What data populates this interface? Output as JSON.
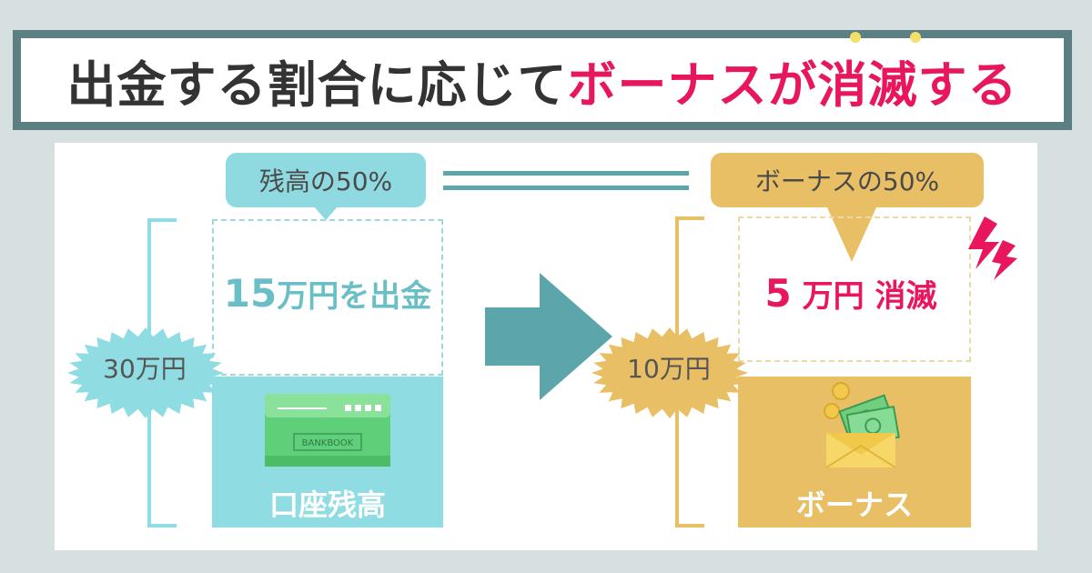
{
  "title": {
    "prefix": "出金する割合に応じて",
    "accent": "ボーナスが消滅する"
  },
  "left": {
    "bubble": "残高の50%",
    "amount_num": "15",
    "amount_rest": "万円を出金",
    "total": "30万円",
    "block_label": "口座残高",
    "card_text": "BANKBOOK"
  },
  "right": {
    "bubble": "ボーナスの50%",
    "amount_num": "5",
    "amount_rest": " 万円 消滅",
    "total": "10万円",
    "block_label": "ボーナス"
  },
  "colors": {
    "accent": "#e8175d",
    "teal": "#8fdde3",
    "gold": "#e9bf66",
    "arrow": "#5ba5ab"
  }
}
